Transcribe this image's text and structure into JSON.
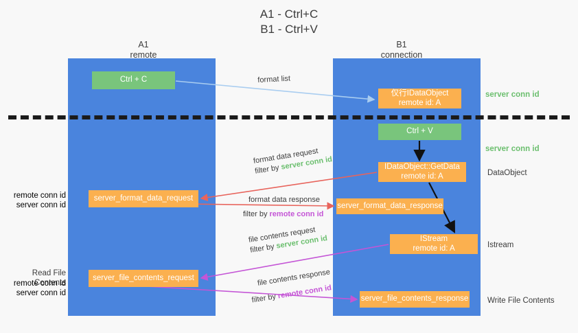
{
  "title": {
    "line1": "A1 - Ctrl+C",
    "line2": "B1 - Ctrl+V"
  },
  "lanes": [
    {
      "id": "a1",
      "name": "A1",
      "sub": "remote"
    },
    {
      "id": "b1",
      "name": "B1",
      "sub": "connection"
    }
  ],
  "nodes": {
    "ctrl_c": "Ctrl + C",
    "idataobject": "仅行IDataObject\nremote id: A",
    "ctrl_v": "Ctrl + V",
    "getdata": "IDataObject::GetData\nremote id: A",
    "format_data_request": "server_format_data_request",
    "format_data_response": "server_format_data_response",
    "istream": "IStream\nremote id: A",
    "file_contents_request": "server_file_contents_request",
    "file_contents_response": "server_file_contents_response"
  },
  "edge_labels": {
    "format_list": "format list",
    "format_data_request": "format data request",
    "format_data_request_filter_prefix": "filter by ",
    "format_data_request_filter_key": "server conn id",
    "format_data_response": "format data response",
    "format_data_response_filter_prefix": "filter by ",
    "format_data_response_filter_key": "remote conn id",
    "file_contents_request": "file contents request",
    "file_contents_request_filter_prefix": "filter by ",
    "file_contents_request_filter_key": "server conn id",
    "file_contents_response": "file contents response",
    "file_contents_response_filter_prefix": "filter by ",
    "file_contents_response_filter_key": "remote conn id"
  },
  "annotations": {
    "right": {
      "server_conn_id_1": "server conn id",
      "server_conn_id_2": "server conn id",
      "dataobject": "DataObject",
      "istream": "Istream",
      "write_file_contents": "Write File Contents"
    },
    "left": {
      "remote_conn_id_1": "remote conn id",
      "server_conn_id_1": "server conn id",
      "read_file_contents": "Read File Contents",
      "remote_conn_id_2": "remote conn id",
      "server_conn_id_2": "server conn id"
    }
  },
  "colors": {
    "lane_blue": "#4a84dd",
    "node_green": "#79c57c",
    "node_orange": "#fbb04f",
    "server_conn_green": "#6cbf6f",
    "remote_conn_purple": "#c455d6",
    "arrow_light_blue": "#a9cdf0",
    "arrow_red": "#e8645c",
    "arrow_magenta": "#c455d6",
    "arrow_black": "#111111",
    "background": "#f8f8f8"
  }
}
